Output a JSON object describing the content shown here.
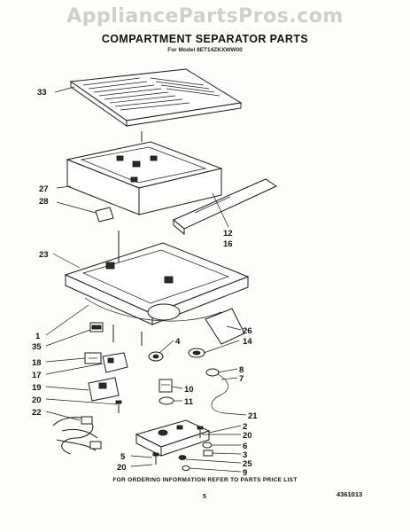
{
  "watermark": "AppliancePartsPros.com",
  "title": "COMPARTMENT SEPARATOR PARTS",
  "subtitle": "For Model 8ET14ZKXWW00",
  "footer_note": "FOR ORDERING INFORMATION REFER TO PARTS PRICE LIST",
  "page_number": "5",
  "document_number": "4361013",
  "callouts": {
    "c33": "33",
    "c27": "27",
    "c28": "28",
    "c12": "12",
    "c16": "16",
    "c23": "23",
    "c1": "1",
    "c35": "35",
    "c18": "18",
    "c17": "17",
    "c19": "19",
    "c20a": "20",
    "c22": "22",
    "c26": "26",
    "c14": "14",
    "c4": "4",
    "c8": "8",
    "c7": "7",
    "c10": "10",
    "c11": "11",
    "c21": "21",
    "c2": "2",
    "c20b": "20",
    "c6": "6",
    "c3": "3",
    "c25": "25",
    "c9": "9",
    "c5": "5",
    "c20c": "20"
  }
}
